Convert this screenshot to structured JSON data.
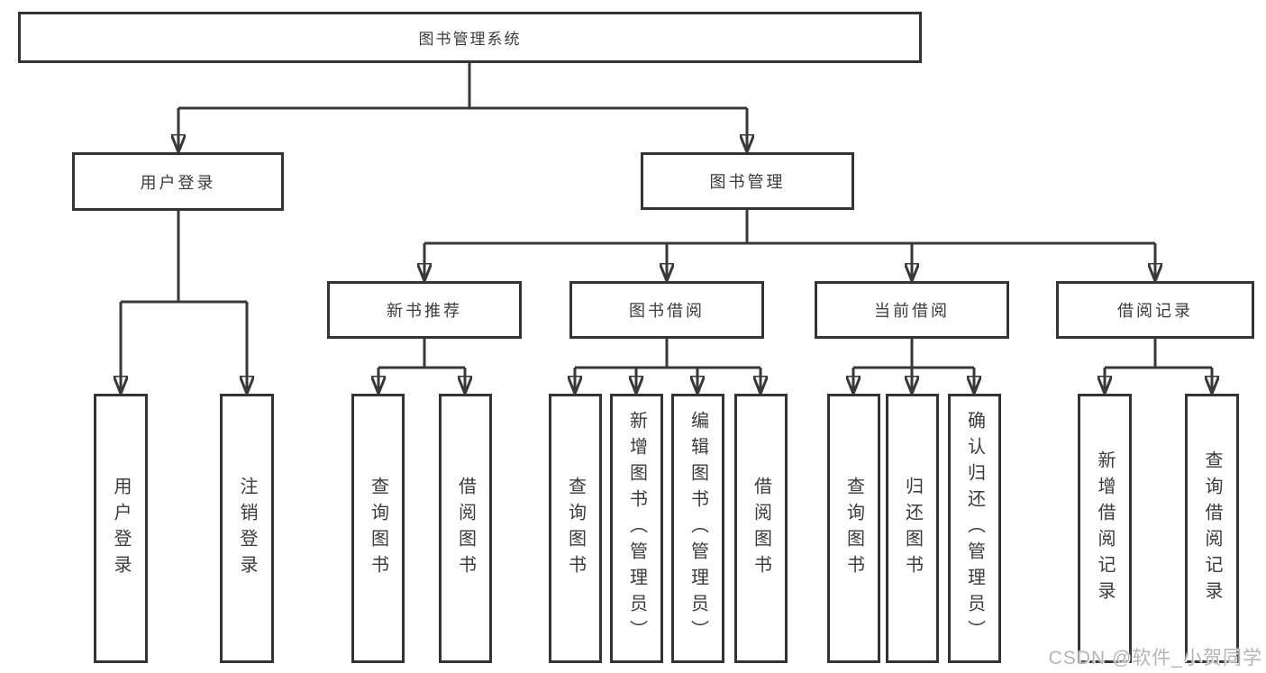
{
  "tree": {
    "label": "图书管理系统",
    "children": [
      {
        "label": "用户登录",
        "children": [
          {
            "label": "用户登录"
          },
          {
            "label": "注销登录"
          }
        ]
      },
      {
        "label": "图书管理",
        "children": [
          {
            "label": "新书推荐",
            "children": [
              {
                "label": "查询图书"
              },
              {
                "label": "借阅图书"
              }
            ]
          },
          {
            "label": "图书借阅",
            "children": [
              {
                "label": "查询图书"
              },
              {
                "label": "新增图书（管理员）"
              },
              {
                "label": "编辑图书（管理员）"
              },
              {
                "label": "借阅图书"
              }
            ]
          },
          {
            "label": "当前借阅",
            "children": [
              {
                "label": "查询图书"
              },
              {
                "label": "归还图书"
              },
              {
                "label": "确认归还（管理员）"
              }
            ]
          },
          {
            "label": "借阅记录",
            "children": [
              {
                "label": "新增借阅记录"
              },
              {
                "label": "查询借阅记录"
              }
            ]
          }
        ]
      }
    ]
  },
  "watermark": "CSDN @软件_小贺同学",
  "colors": {
    "line": "#383838",
    "box_border": "#343434",
    "text": "#3b3b3b",
    "background": "#ffffff",
    "watermark": "#b5b5b5"
  }
}
